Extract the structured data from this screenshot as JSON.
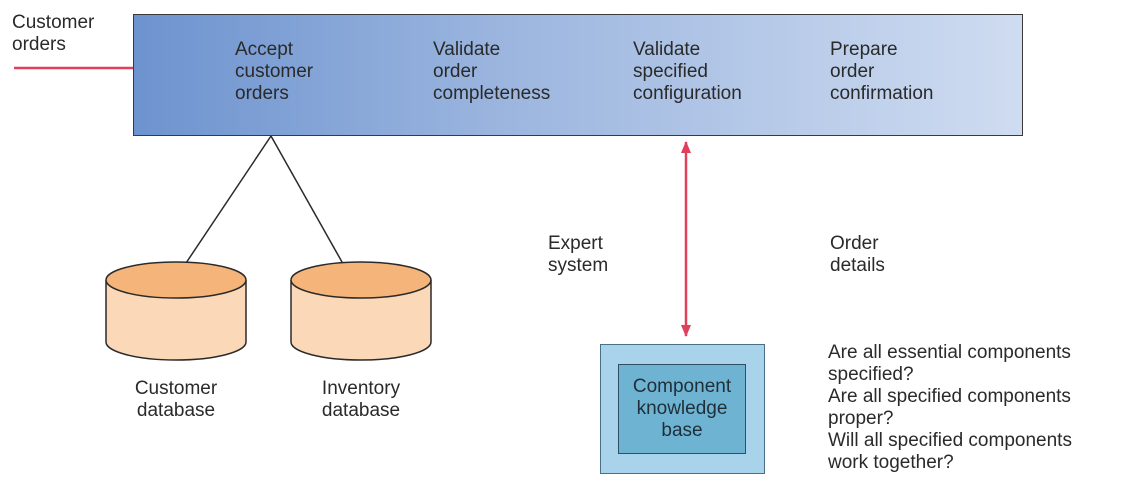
{
  "input": {
    "label": "Customer\norders"
  },
  "steps": [
    {
      "label": "Accept\ncustomer\norders"
    },
    {
      "label": "Validate\norder\ncompleteness"
    },
    {
      "label": "Validate\nspecified\nconfiguration"
    },
    {
      "label": "Prepare\norder\nconfirmation"
    }
  ],
  "databases": [
    {
      "label": "Customer\ndatabase"
    },
    {
      "label": "Inventory\ndatabase"
    }
  ],
  "link": {
    "left_label": "Expert\nsystem",
    "right_label": "Order\ndetails"
  },
  "knowledge_base": {
    "label": "Component\nknowledge\nbase"
  },
  "questions": [
    "Are all essential components\n  specified?",
    "Are all specified components\n  proper?",
    "Will all specified components\n  work together?"
  ],
  "colors": {
    "arrow": "#e0405a",
    "bar_start": "#6d93cf",
    "bar_end": "#cfdcf1",
    "cylinder_top": "#f5b57a",
    "cylinder_body": "#fbd8b8",
    "kb_outer": "#a9d3ea",
    "kb_inner": "#6fb3d2"
  }
}
